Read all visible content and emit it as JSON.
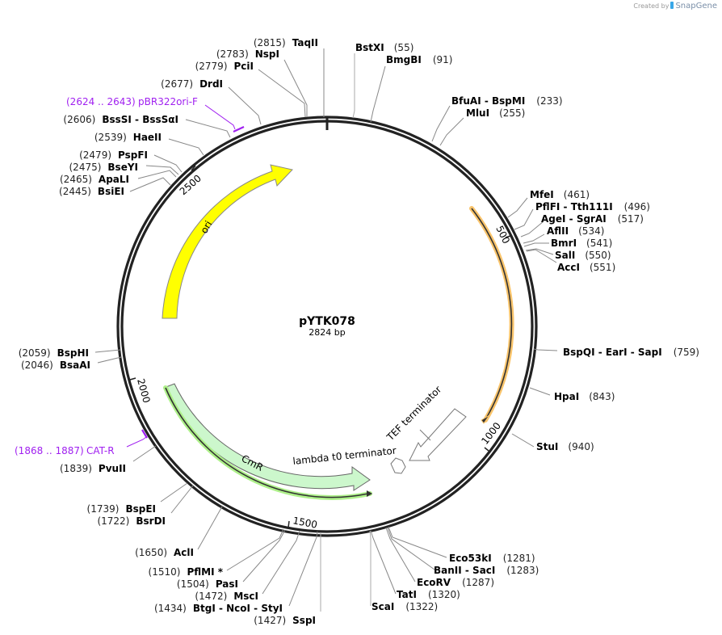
{
  "credit": {
    "prefix": "Created by",
    "brand": "SnapGene"
  },
  "plasmid": {
    "name": "pYTK078",
    "length_label": "2824 bp",
    "length": 2824
  },
  "ticks": [
    {
      "pos": 500,
      "label": "500"
    },
    {
      "pos": 1000,
      "label": "1000"
    },
    {
      "pos": 1500,
      "label": "1500"
    },
    {
      "pos": 2000,
      "label": "2000"
    },
    {
      "pos": 2500,
      "label": "2500"
    }
  ],
  "features": [
    {
      "name": "ori",
      "label": "ori",
      "color": "#ffff00",
      "stroke": "#888888"
    },
    {
      "name": "CmR",
      "label": "CmR",
      "color": "#ccf7cc",
      "stroke": "#666666"
    },
    {
      "name": "TEF terminator",
      "label": "TEF terminator",
      "color": "#ffffff",
      "stroke": "#777777"
    },
    {
      "name": "lambda t0 terminator",
      "label": "lambda t0 terminator",
      "color": "#ffffff",
      "stroke": "#777777"
    }
  ],
  "orf_colors": {
    "orange": "#f9c46b",
    "green": "#aef08a",
    "line": "#333333"
  },
  "primers": [
    {
      "label": "pBR322ori-F",
      "pos": "(2624 .. 2643)"
    },
    {
      "label": "CAT-R",
      "pos": "(1868 .. 1887)"
    }
  ],
  "enzymes_left": [
    {
      "pos": "(2815)",
      "name": "TaqII"
    },
    {
      "pos": "(2783)",
      "name": "NspI"
    },
    {
      "pos": "(2779)",
      "name": "PciI"
    },
    {
      "pos": "(2677)",
      "name": "DrdI"
    },
    {
      "pos": "(2606)",
      "name": "BssSI  - BssSαI"
    },
    {
      "pos": "(2539)",
      "name": "HaeII"
    },
    {
      "pos": "(2479)",
      "name": "PspFI"
    },
    {
      "pos": "(2475)",
      "name": "BseYI"
    },
    {
      "pos": "(2465)",
      "name": "ApaLI"
    },
    {
      "pos": "(2445)",
      "name": "BsiEI"
    },
    {
      "pos": "(2059)",
      "name": "BspHI"
    },
    {
      "pos": "(2046)",
      "name": "BsaAI"
    },
    {
      "pos": "(1839)",
      "name": "PvuII"
    },
    {
      "pos": "(1739)",
      "name": "BspEI"
    },
    {
      "pos": "(1722)",
      "name": "BsrDI"
    },
    {
      "pos": "(1650)",
      "name": "AclI"
    },
    {
      "pos": "(1510)",
      "name": "PflMI *"
    },
    {
      "pos": "(1504)",
      "name": "PasI"
    },
    {
      "pos": "(1472)",
      "name": "MscI"
    },
    {
      "pos": "(1434)",
      "name": "BtgI  - NcoI  - StyI"
    },
    {
      "pos": "(1427)",
      "name": "SspI"
    }
  ],
  "enzymes_right": [
    {
      "name": "BstXI",
      "pos": "(55)"
    },
    {
      "name": "BmgBI",
      "pos": "(91)"
    },
    {
      "name": "BfuAI  - BspMI",
      "pos": "(233)"
    },
    {
      "name": "MluI",
      "pos": "(255)"
    },
    {
      "name": "MfeI",
      "pos": "(461)"
    },
    {
      "name": "PflFI  - Tth111I",
      "pos": "(496)"
    },
    {
      "name": "AgeI  - SgrAI",
      "pos": "(517)"
    },
    {
      "name": "AflII",
      "pos": "(534)"
    },
    {
      "name": "BmrI",
      "pos": "(541)"
    },
    {
      "name": "SalI",
      "pos": "(550)"
    },
    {
      "name": "AccI",
      "pos": "(551)"
    },
    {
      "name": "BspQI  - EarI  - SapI",
      "pos": "(759)"
    },
    {
      "name": "HpaI",
      "pos": "(843)"
    },
    {
      "name": "StuI",
      "pos": "(940)"
    },
    {
      "name": "Eco53kI",
      "pos": "(1281)"
    },
    {
      "name": "BanII  - SacI",
      "pos": "(1283)"
    },
    {
      "name": "EcoRV",
      "pos": "(1287)"
    },
    {
      "name": "TatI",
      "pos": "(1320)"
    },
    {
      "name": "ScaI",
      "pos": "(1322)"
    }
  ]
}
